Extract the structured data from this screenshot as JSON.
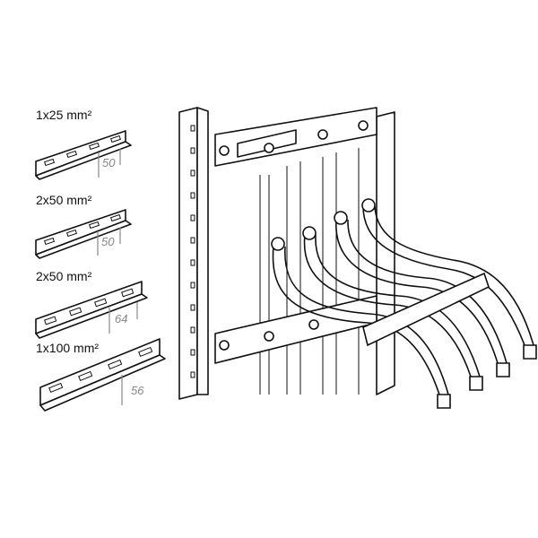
{
  "rails": [
    {
      "label": "1x25 mm²",
      "dimension": "50"
    },
    {
      "label": "2x50 mm²",
      "dimension": "50"
    },
    {
      "label": "2x50 mm²",
      "dimension": "64"
    },
    {
      "label": "1x100 mm²",
      "dimension": "56"
    }
  ]
}
